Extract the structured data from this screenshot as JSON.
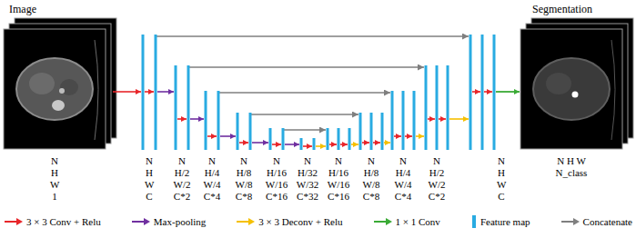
{
  "diagram": {
    "nodes": [
      {
        "text": [
          "Image"
        ]
      },
      {
        "text": [
          "Segmentation"
        ]
      }
    ],
    "labels": [
      "N H W 1",
      "N H W C",
      "N H/2 W/2 C*2",
      "N H/4 W/4 C*4",
      "N H/8 W/8 C*8",
      "N H/16 W/16 C*16",
      "N H/32 W/32 C*32",
      "N H/16 W/16 C*16",
      "N H/8 W/8 C*8",
      "N H/4 W/4 C*4",
      "N H/2 W/2 C*2",
      "N H W C",
      "N H W N_class"
    ],
    "legend": [
      {
        "text": "3 × 3 Conv + Relu"
      },
      {
        "text": "Max-pooling"
      },
      {
        "text": "3 × 3 Deconv + Relu"
      },
      {
        "text": "1 × 1 Conv"
      },
      {
        "text": "Feature map"
      },
      {
        "text": "Concatenate"
      }
    ]
  }
}
